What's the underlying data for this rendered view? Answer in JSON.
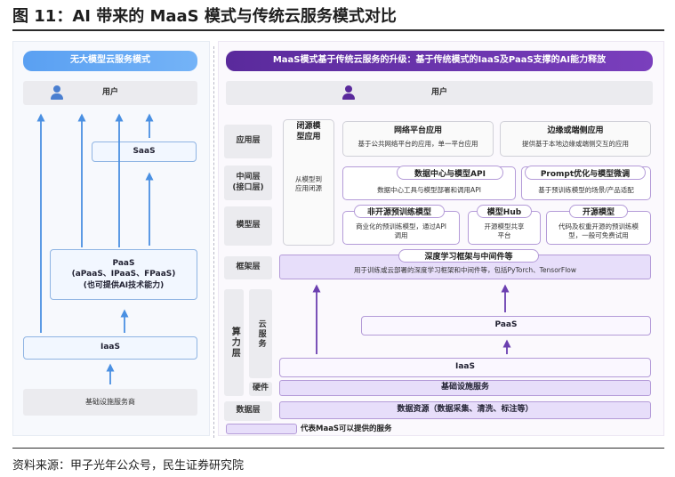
{
  "figure_title": "图 11：AI 带来的 MaaS 模式与传统云服务模式对比",
  "source": "资料来源：甲子光年公众号，民生证券研究院",
  "left": {
    "header": "无大模型云服务模式",
    "user": "用户",
    "saas": "SaaS",
    "paas_line1": "PaaS",
    "paas_line2": "(aPaaS、IPaaS、FPaaS)",
    "paas_line3": "(也可提供AI技术能力)",
    "iaas": "IaaS",
    "infra": "基础设施服务商"
  },
  "right": {
    "header": "MaaS模式基于传统云服务的升级：基于传统模式的IaaS及PaaS支撑的AI能力释放",
    "user": "用户",
    "layers": {
      "app": "应用层",
      "mid_1": "中间层",
      "mid_2": "(接口层)",
      "model": "模型层",
      "framework": "框架层",
      "compute": "算力层",
      "cloud": "云服务",
      "hardware": "硬件",
      "data": "数据层"
    },
    "closed_model": {
      "title_1": "闭源模",
      "title_2": "型应用",
      "desc_1": "从模型到",
      "desc_2": "应用闭源"
    },
    "network_platform": {
      "title": "网络平台应用",
      "desc": "基于公共网络平台的应用，单一平台应用"
    },
    "edge_app": {
      "title": "边缘或端侧应用",
      "desc": "提供基于本地边缘或端侧交互的应用"
    },
    "data_center_api": {
      "title": "数据中心与模型API",
      "desc": "数据中心工具与模型部署和调用API"
    },
    "prompt_opt": {
      "title": "Prompt优化与模型微调",
      "desc": "基于预训练模型的场景/产品适配"
    },
    "pretrained": {
      "title": "非开源预训练模型",
      "desc_1": "商业化的预训练模型，通过API",
      "desc_2": "调用"
    },
    "model_hub": {
      "title": "模型Hub",
      "desc_1": "开源模型共享",
      "desc_2": "平台"
    },
    "open_model": {
      "title": "开源模型",
      "desc_1": "代码及权重开源的预训练模",
      "desc_2": "型，一般可免费试用"
    },
    "framework": {
      "title": "深度学习框架与中间件等",
      "desc": "用于训练或云部署的深度学习框架和中间件等，包括PyTorch、TensorFlow"
    },
    "paas": "PaaS",
    "iaas": "IaaS",
    "infra": "基础设施服务",
    "data": "数据资源（数据采集、清洗、标注等）",
    "legend": "代表MaaS可以提供的服务"
  },
  "colors": {
    "blue_header": "#5aa0f2",
    "purple_header": "#5a2a9c",
    "blue_arrow": "#4a90e2",
    "purple_arrow": "#6b3fb0",
    "purple_fill": "#e7defa"
  }
}
